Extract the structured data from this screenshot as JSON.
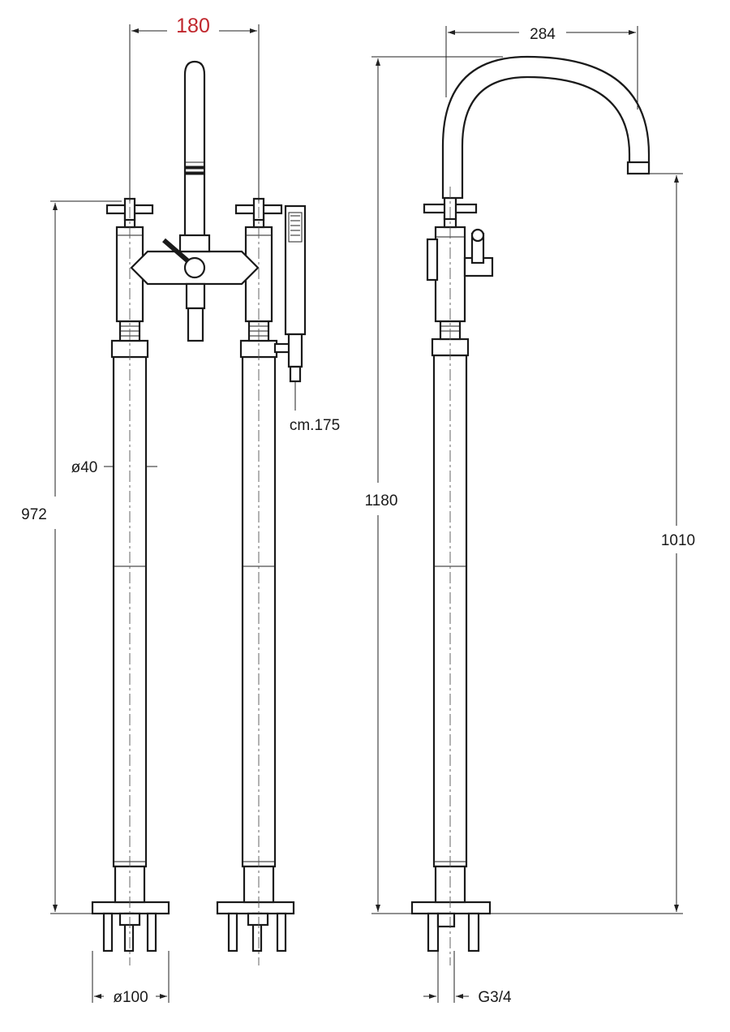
{
  "dimensions": {
    "spacing": "180",
    "spout_reach": "284",
    "hose_length": "cm.175",
    "pipe_diameter": "ø40",
    "height_front": "972",
    "height_total": "1180",
    "height_spout": "1010",
    "base_diameter": "ø100",
    "connection": "G3/4"
  },
  "colors": {
    "line": "#1a1a1a",
    "accent": "#c0272d",
    "background": "#ffffff"
  }
}
